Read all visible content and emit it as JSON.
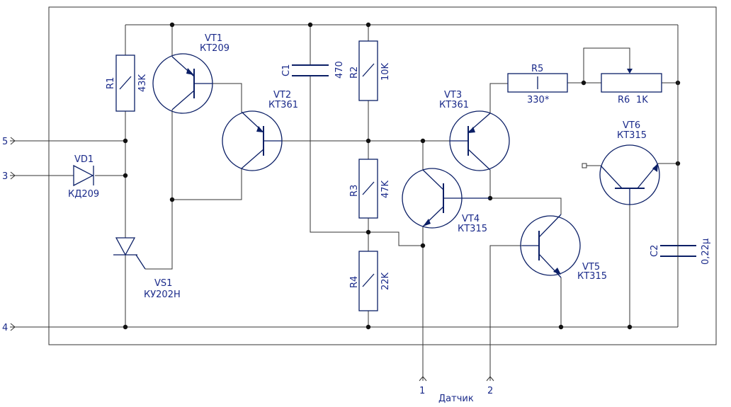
{
  "colors": {
    "wire": "#333333",
    "symbol": "#0b1f66",
    "label": "#1a2a8a",
    "background": "#ffffff"
  },
  "labels": {
    "r1_ref": "R1",
    "r1_val": "43K",
    "r2_ref": "R2",
    "r2_val": "10K",
    "r3_ref": "R3",
    "r3_val": "47K",
    "r4_ref": "R4",
    "r4_val": "22K",
    "r5_ref": "R5",
    "r5_val": "330*",
    "r6_ref": "R6",
    "r6_val": "1K",
    "c1_ref": "C1",
    "c1_val": "470",
    "c2_ref": "C2",
    "c2_val": "0,22µ",
    "vd1_ref": "VD1",
    "vd1_type": "КД209",
    "vs1_ref": "VS1",
    "vs1_type": "КУ202Н",
    "vt1_ref": "VT1",
    "vt1_type": "КТ209",
    "vt2_ref": "VT2",
    "vt2_type": "КТ361",
    "vt3_ref": "VT3",
    "vt3_type": "КТ361",
    "vt4_ref": "VT4",
    "vt4_type": "КТ315",
    "vt5_ref": "VT5",
    "vt5_type": "КТ315",
    "vt6_ref": "VT6",
    "vt6_type": "КТ315"
  },
  "pins": {
    "p5": "5",
    "p3": "3",
    "p4": "4",
    "p1": "1",
    "p2": "2"
  },
  "sensor_label": "Датчик"
}
